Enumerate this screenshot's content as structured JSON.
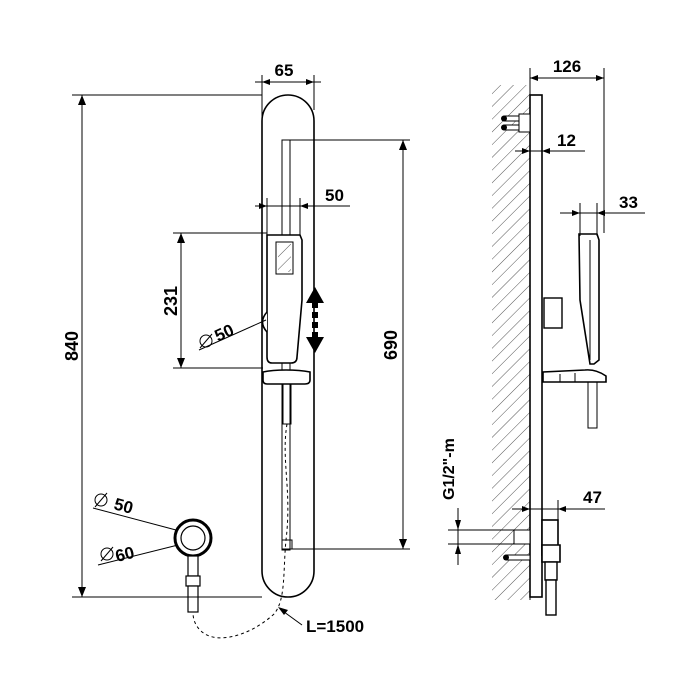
{
  "dimensions": {
    "overall_height": "840",
    "bar_width": "65",
    "hand_shower_width": "50",
    "hand_shower_travel": "231",
    "slide_rail_length": "690",
    "holder_diameter": "50",
    "outlet_inner_diameter": "50",
    "outlet_outer_diameter": "60",
    "hose_length": "L=1500",
    "total_depth": "126",
    "wall_plate_thickness": "12",
    "hand_shower_depth": "33",
    "outlet_depth": "47",
    "thread_size": "G1/2\"-m"
  },
  "accent_colors": {
    "line": "#000000",
    "hatch": "#555555",
    "background": "#ffffff"
  }
}
